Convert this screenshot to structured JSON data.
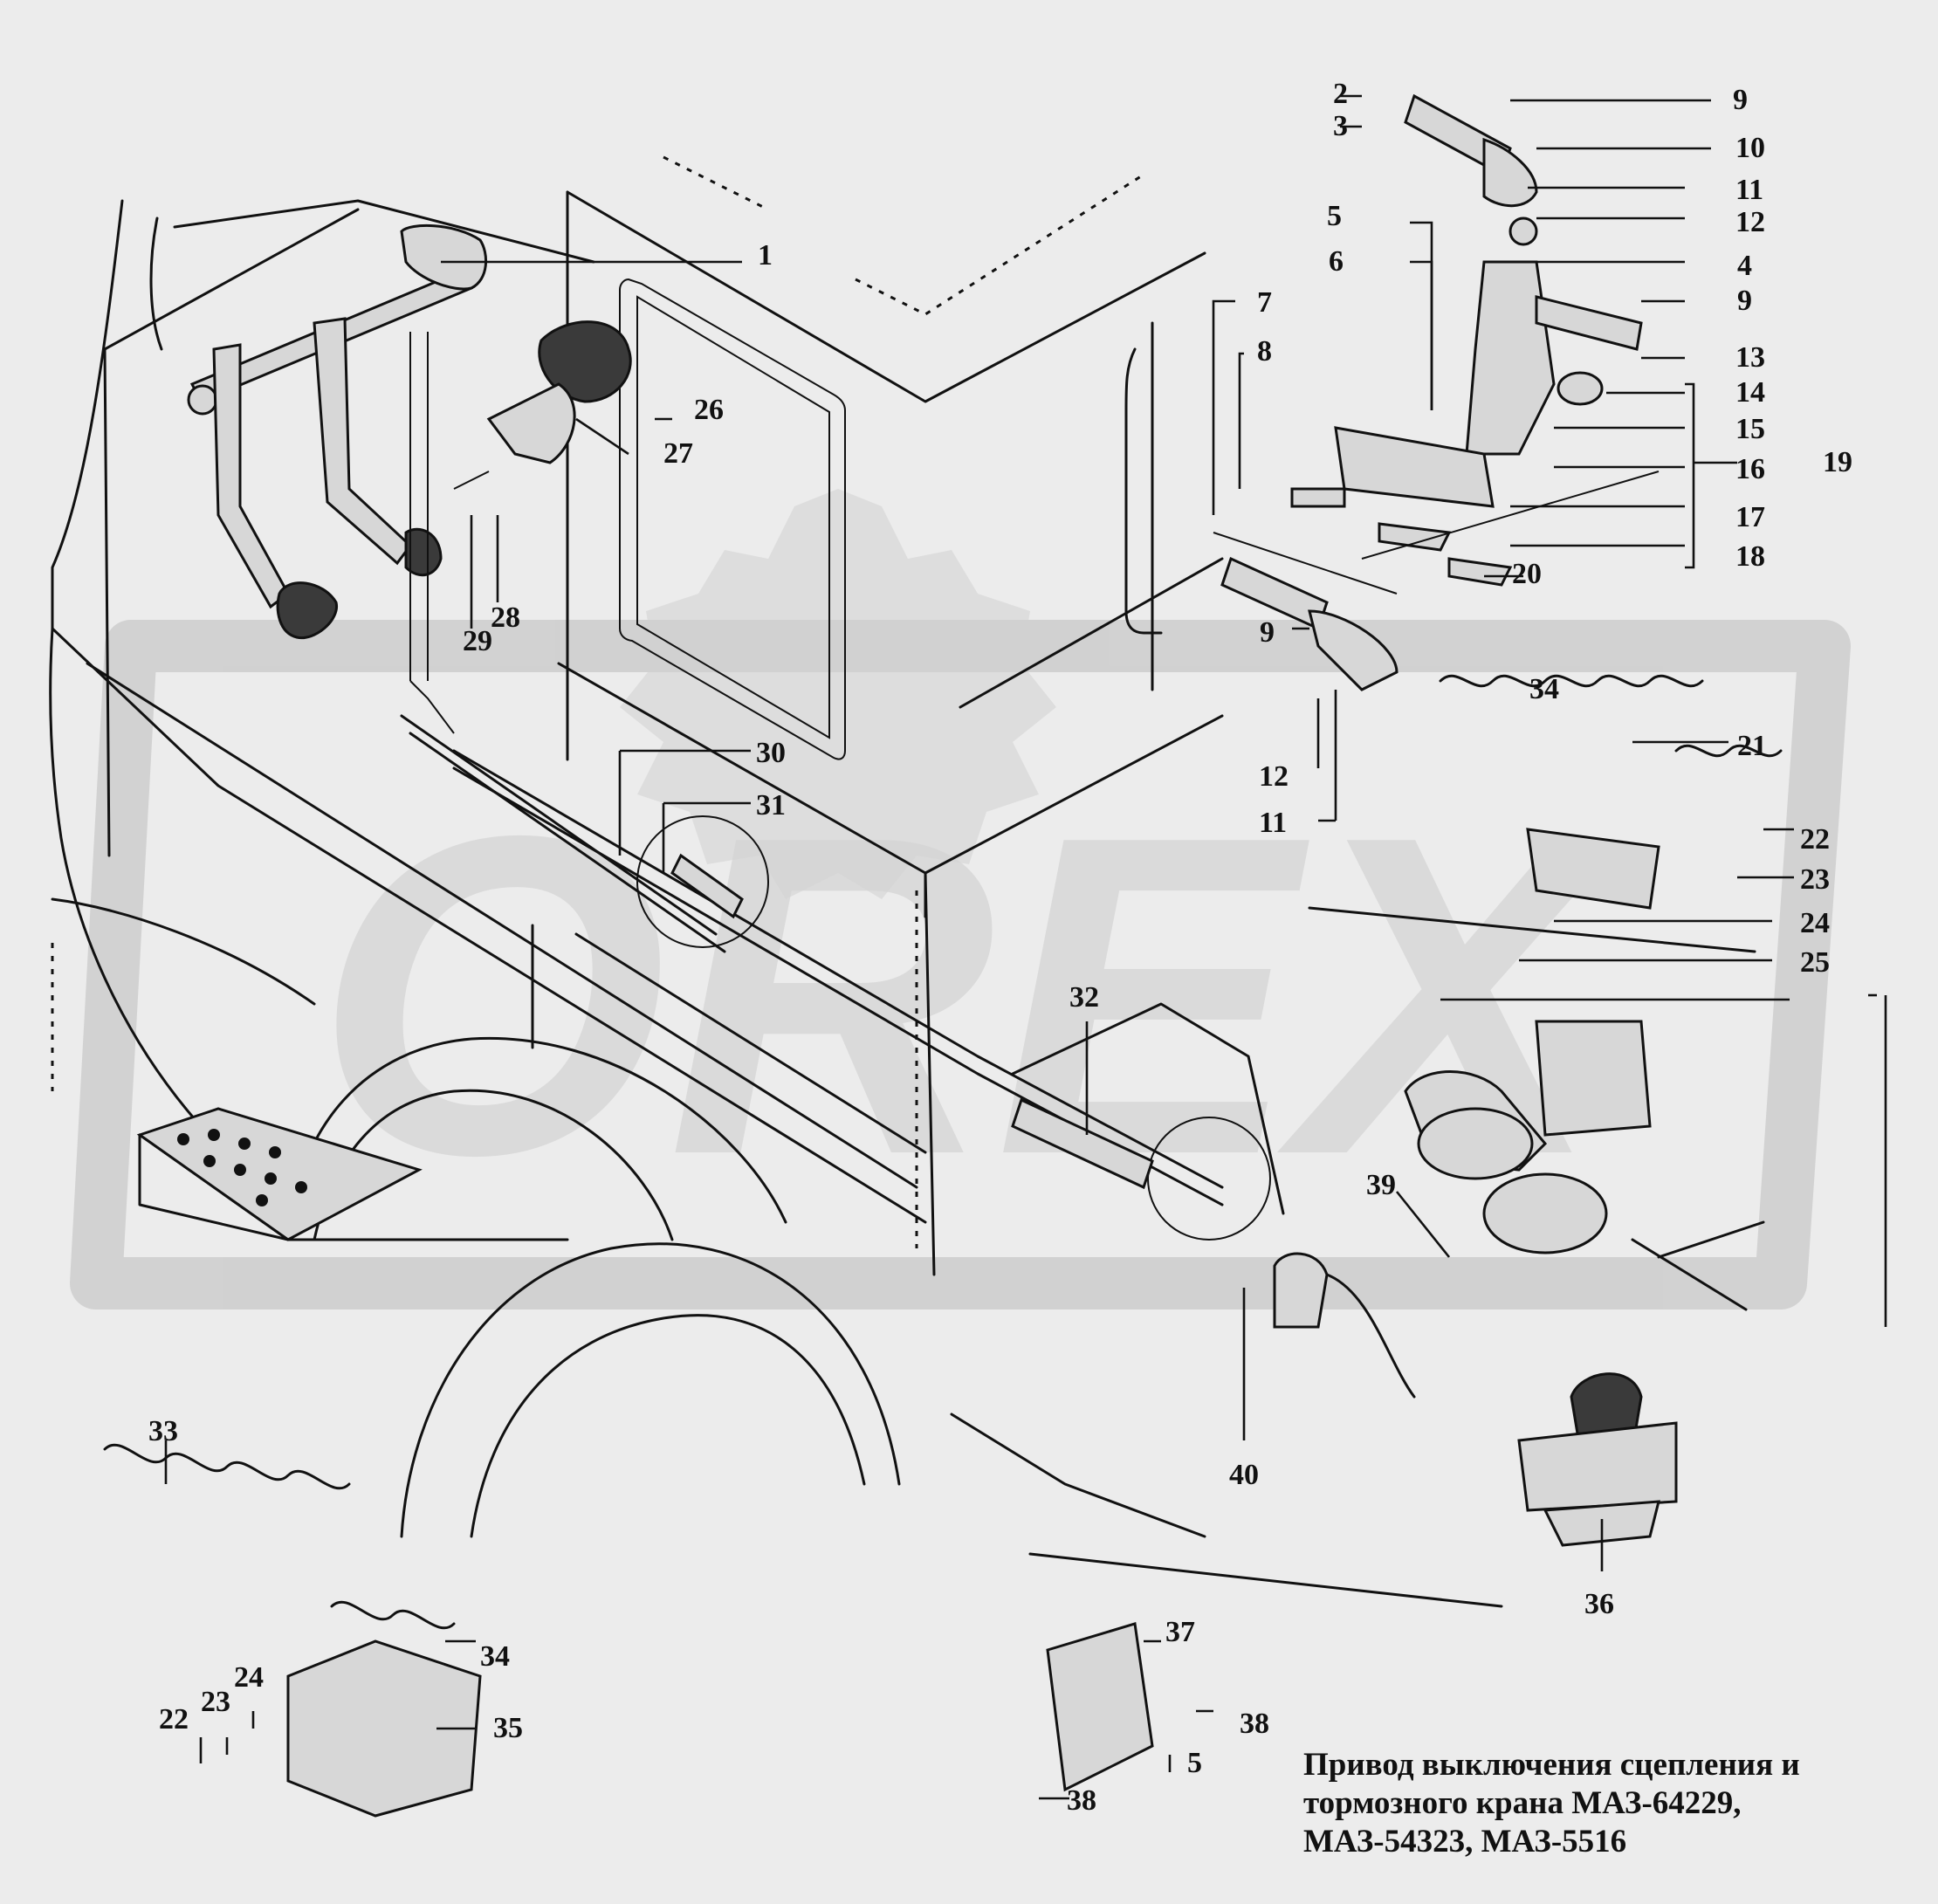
{
  "caption": {
    "line1": "Привод выключения сцепления и",
    "line2": "тормозного крана МАЗ-64229,",
    "line3": "МАЗ-54323, МАЗ-5516"
  },
  "watermark": "OREX",
  "colors": {
    "background": "#ececec",
    "ink": "#111111",
    "watermark": "#cfcfcf"
  },
  "callouts": {
    "c1": "1",
    "c2": "2",
    "c3": "3",
    "c4": "4",
    "c5a": "5",
    "c5b": "5",
    "c6": "6",
    "c7": "7",
    "c8": "8",
    "c9a": "9",
    "c9b": "9",
    "c9c": "9",
    "c10": "10",
    "c11a": "11",
    "c11b": "11",
    "c12a": "12",
    "c12b": "12",
    "c13": "13",
    "c14": "14",
    "c15": "15",
    "c16": "16",
    "c17": "17",
    "c18": "18",
    "c19": "19",
    "c20": "20",
    "c21": "21",
    "c22a": "22",
    "c22b": "22",
    "c23a": "23",
    "c23b": "23",
    "c24a": "24",
    "c24b": "24",
    "c25": "25",
    "c26": "26",
    "c27": "27",
    "c28": "28",
    "c29": "29",
    "c30": "30",
    "c31": "31",
    "c32": "32",
    "c33": "33",
    "c34a": "34",
    "c34b": "34",
    "c35": "35",
    "c36": "36",
    "c37": "37",
    "c38a": "38",
    "c38b": "38",
    "c39": "39",
    "c40": "40"
  }
}
